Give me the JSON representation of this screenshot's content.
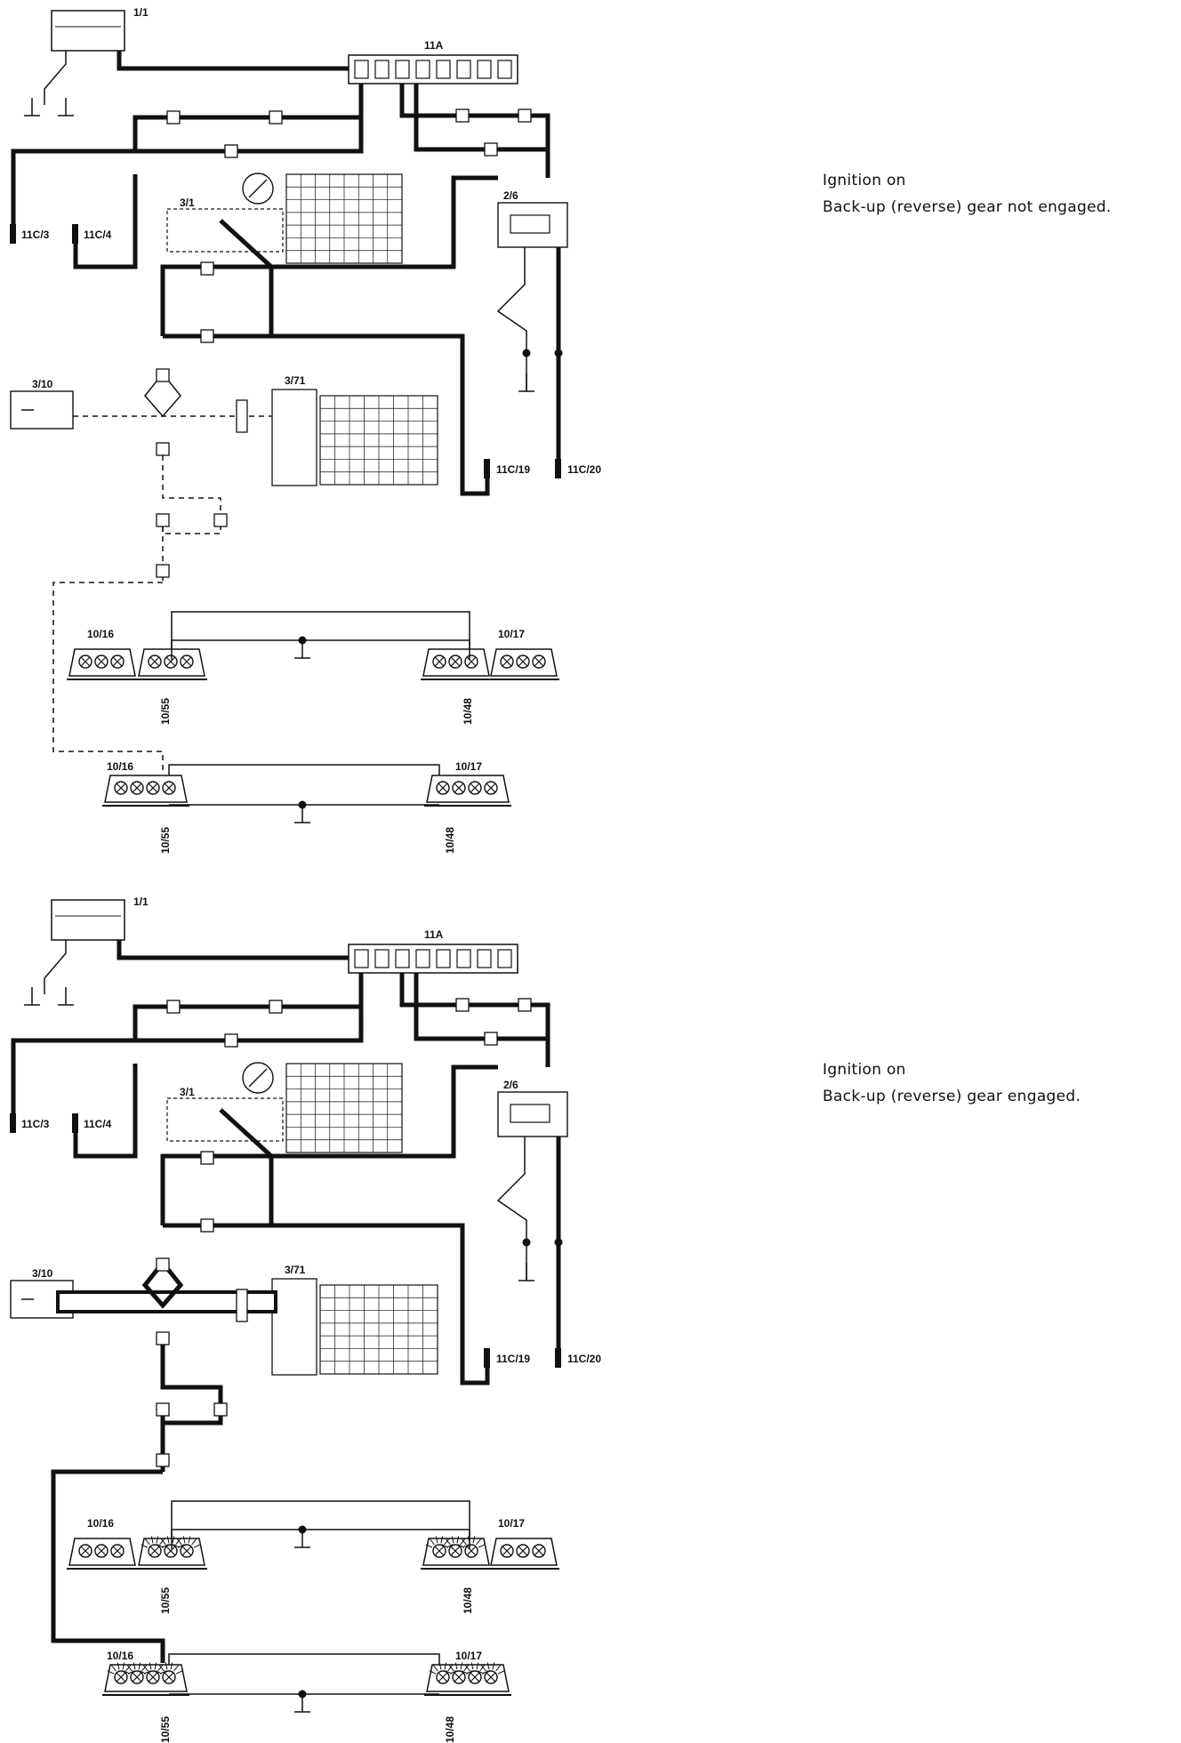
{
  "panels": [
    {
      "caption_line1": "Ignition on",
      "caption_line2": "Back-up (reverse) gear not engaged.",
      "reverse_engaged": false,
      "labels": {
        "battery": "1/1",
        "fuse_box": "11A",
        "conn_a": "11C/3",
        "conn_b": "11C/4",
        "instrument": "3/1",
        "relay": "2/6",
        "switch": "3/10",
        "module": "3/71",
        "conn_c": "11C/19",
        "conn_d": "11C/20",
        "lamp_left_upper": "10/16",
        "lamp_right_upper": "10/17",
        "wire_left_upper": "10/55",
        "wire_right_upper": "10/48",
        "lamp_left_lower": "10/16",
        "lamp_right_lower": "10/17",
        "wire_left_lower": "10/55",
        "wire_right_lower": "10/48"
      }
    },
    {
      "caption_line1": "Ignition on",
      "caption_line2": "Back-up (reverse) gear engaged.",
      "reverse_engaged": true,
      "labels": {
        "battery": "1/1",
        "fuse_box": "11A",
        "conn_a": "11C/3",
        "conn_b": "11C/4",
        "instrument": "3/1",
        "relay": "2/6",
        "switch": "3/10",
        "module": "3/71",
        "conn_c": "11C/19",
        "conn_d": "11C/20",
        "lamp_left_upper": "10/16",
        "lamp_right_upper": "10/17",
        "wire_left_upper": "10/55",
        "wire_right_upper": "10/48",
        "lamp_left_lower": "10/16",
        "lamp_right_lower": "10/17",
        "wire_left_lower": "10/55",
        "wire_right_lower": "10/48"
      }
    }
  ],
  "colors": {
    "ink": "#111111",
    "paper": "#ffffff"
  }
}
